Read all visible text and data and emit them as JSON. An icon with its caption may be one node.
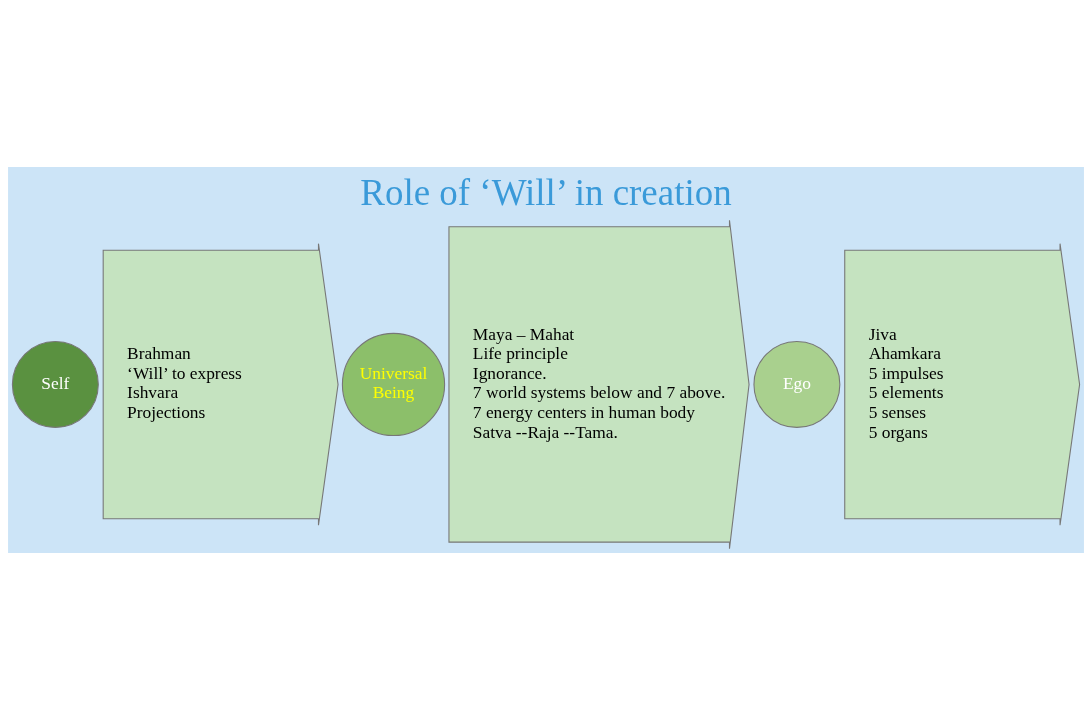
{
  "diagram": {
    "title": "Role of ‘Will’ in creation",
    "nodes": [
      {
        "text": [
          "Self"
        ]
      },
      {
        "text": [
          "Brahman",
          "‘Will’ to express",
          "Ishvara",
          "Projections"
        ]
      },
      {
        "text": [
          "Universal Being"
        ]
      },
      {
        "text": [
          "Maya – Mahat",
          "Life principle",
          "Ignorance.",
          "7 world systems below and 7 above.",
          "7 energy centers in human body",
          "Satva --Raja --Tama."
        ]
      },
      {
        "text": [
          "Ego"
        ]
      },
      {
        "text": [
          "Jiva",
          "Ahamkara",
          "5 impulses",
          "5 elements",
          "5 senses",
          "5 organs"
        ]
      }
    ],
    "edges": []
  }
}
